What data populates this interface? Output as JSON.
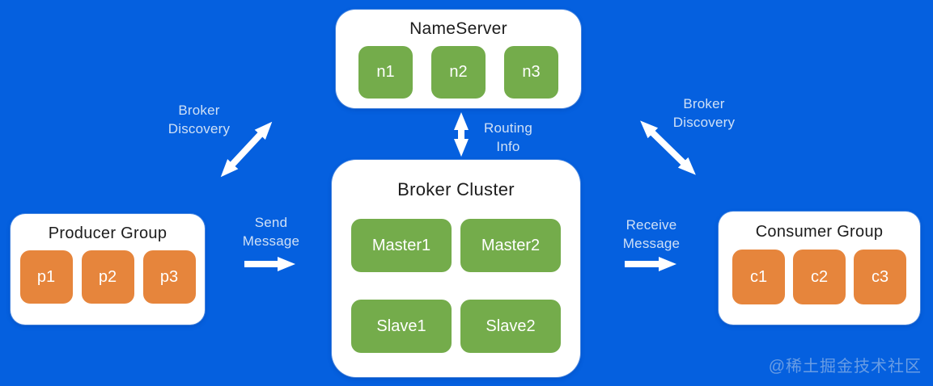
{
  "diagram": {
    "nameserver": {
      "title": "NameServer",
      "nodes": [
        "n1",
        "n2",
        "n3"
      ]
    },
    "broker_cluster": {
      "title": "Broker Cluster",
      "nodes": [
        "Master1",
        "Master2",
        "Slave1",
        "Slave2"
      ]
    },
    "producer_group": {
      "title": "Producer Group",
      "nodes": [
        "p1",
        "p2",
        "p3"
      ]
    },
    "consumer_group": {
      "title": "Consumer Group",
      "nodes": [
        "c1",
        "c2",
        "c3"
      ]
    },
    "edges": {
      "broker_discovery_left": {
        "label": "Broker Discovery"
      },
      "broker_discovery_right": {
        "label": "Broker Discovery"
      },
      "routing_info": {
        "label": "Routing Info"
      },
      "send_message": {
        "label": "Send Message"
      },
      "receive_message": {
        "label": "Receive Message"
      }
    },
    "watermark": "@稀土掘金技术社区",
    "colors": {
      "background": "#0560DF",
      "node_green": "#74AC4B",
      "node_orange": "#E6853C",
      "panel": "#FFFFFF",
      "label_text": "#CFE0F6",
      "arrow": "#FFFFFF"
    }
  }
}
